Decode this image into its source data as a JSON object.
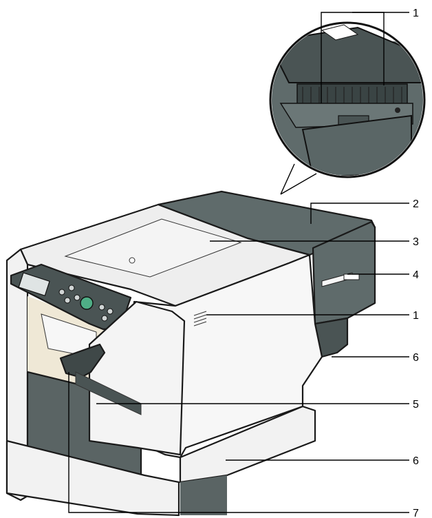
{
  "callouts": [
    {
      "id": "c1-top",
      "label": "1"
    },
    {
      "id": "c2",
      "label": "2"
    },
    {
      "id": "c3",
      "label": "3"
    },
    {
      "id": "c4",
      "label": "4"
    },
    {
      "id": "c1-side",
      "label": "1"
    },
    {
      "id": "c6-upper",
      "label": "6"
    },
    {
      "id": "c5",
      "label": "5"
    },
    {
      "id": "c6-lower",
      "label": "6"
    },
    {
      "id": "c7",
      "label": "7"
    }
  ],
  "colors": {
    "body_light": "#eeeeee",
    "body_white": "#f7f7f7",
    "body_dark": "#5f6b6b",
    "body_darker": "#4a5454",
    "panel_dark": "#3f4848",
    "button_green": "#4fae86",
    "tray_beige": "#e9e2cf"
  }
}
